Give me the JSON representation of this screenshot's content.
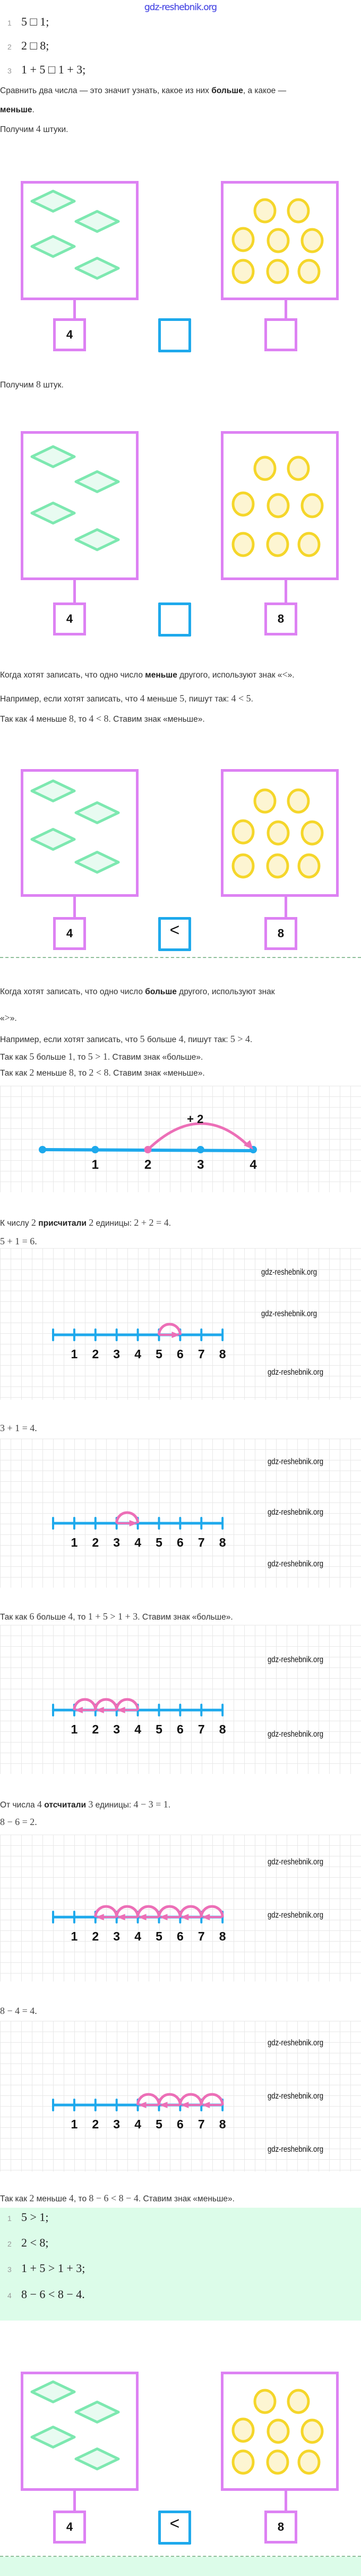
{
  "watermark": "gdz-reshebnik.org",
  "tasks": [
    {
      "n": "1",
      "expr": "5 □ 1;"
    },
    {
      "n": "2",
      "expr": "2 □ 8;"
    },
    {
      "n": "3",
      "expr": "1 + 5 □ 1 + 3;"
    }
  ],
  "paragraphs": {
    "compare": [
      {
        "t": "Сравнить два числа — это значит узнать, какое из них "
      },
      {
        "b": "больше"
      },
      {
        "t": ", а какое —"
      }
    ],
    "compare2": [
      {
        "b": "меньше"
      },
      {
        "t": "."
      }
    ],
    "get4": [
      {
        "t": "Получим "
      },
      {
        "m": "4"
      },
      {
        "t": " штуки."
      }
    ],
    "get8": [
      {
        "t": "Получим "
      },
      {
        "m": "8"
      },
      {
        "t": " штук."
      }
    ],
    "less_rule": [
      {
        "t": "Когда хотят записать, что одно число "
      },
      {
        "b": "меньше"
      },
      {
        "t": " другого, используют знак «"
      },
      {
        "m": "<"
      },
      {
        "t": "»."
      }
    ],
    "less_example": [
      {
        "t": "Например, если хотят записать, что "
      },
      {
        "m": "4"
      },
      {
        "t": " меньше "
      },
      {
        "m": "5"
      },
      {
        "t": ", пишут так: "
      },
      {
        "m": "4 < 5"
      },
      {
        "t": "."
      }
    ],
    "less_4_8": [
      {
        "t": "Так как "
      },
      {
        "m": "4"
      },
      {
        "t": " меньше "
      },
      {
        "m": "8"
      },
      {
        "t": ", то "
      },
      {
        "m": "4 < 8"
      },
      {
        "t": ". Ставим знак «меньше»."
      }
    ],
    "more_rule": [
      {
        "t": "Когда хотят записать, что одно число "
      },
      {
        "b": "больше"
      },
      {
        "t": " другого, используют знак"
      }
    ],
    "more_rule2": [
      {
        "t": "«"
      },
      {
        "m": ">"
      },
      {
        "t": "»."
      }
    ],
    "more_example": [
      {
        "t": "Например, если хотят записать, что "
      },
      {
        "m": "5"
      },
      {
        "t": " больше "
      },
      {
        "m": "4"
      },
      {
        "t": ", пишут так: "
      },
      {
        "m": "5 > 4"
      },
      {
        "t": "."
      }
    ],
    "more_5_1": [
      {
        "t": "Так как "
      },
      {
        "m": "5"
      },
      {
        "t": " больше "
      },
      {
        "m": "1"
      },
      {
        "t": ", то "
      },
      {
        "m": "5 > 1"
      },
      {
        "t": ". Ставим знак «больше»."
      }
    ],
    "less_2_8": [
      {
        "t": "Так как "
      },
      {
        "m": "2"
      },
      {
        "t": " меньше "
      },
      {
        "m": "8"
      },
      {
        "t": ", то "
      },
      {
        "m": "2 < 8"
      },
      {
        "t": ". Ставим знак «меньше»."
      }
    ],
    "add_2_2": [
      {
        "t": "К числу "
      },
      {
        "m": "2"
      },
      {
        "t": " "
      },
      {
        "b": "присчитали"
      },
      {
        "t": " "
      },
      {
        "m": "2"
      },
      {
        "t": " единицы: "
      },
      {
        "m": "2 + 2 = 4"
      },
      {
        "t": "."
      }
    ],
    "eq_5_1": [
      {
        "m": "5 + 1 = 6."
      }
    ],
    "eq_3_1": [
      {
        "m": "3 + 1 = 4."
      }
    ],
    "more_sum": [
      {
        "t": "Так как "
      },
      {
        "m": "6"
      },
      {
        "t": " больше "
      },
      {
        "m": "4"
      },
      {
        "t": ", то "
      },
      {
        "m": "1 + 5 > 1 + 3"
      },
      {
        "t": ". Ставим знак «больше»."
      }
    ],
    "sub_4_3": [
      {
        "t": "От числа "
      },
      {
        "m": "4"
      },
      {
        "t": " "
      },
      {
        "b": "отсчитали"
      },
      {
        "t": " "
      },
      {
        "m": "3"
      },
      {
        "t": " единицы: "
      },
      {
        "m": "4 − 3 = 1"
      },
      {
        "t": "."
      }
    ],
    "eq_8_6": [
      {
        "m": "8 − 6 = 2."
      }
    ],
    "eq_8_4": [
      {
        "m": "8 − 4 = 4."
      }
    ],
    "less_diff": [
      {
        "t": "Так как "
      },
      {
        "m": "2"
      },
      {
        "t": " меньше "
      },
      {
        "m": "4"
      },
      {
        "t": ", то "
      },
      {
        "m": "8 − 6 < 8 − 4"
      },
      {
        "t": ". Ставим знак «меньше»."
      }
    ]
  },
  "figures": [
    {
      "diamonds": 4,
      "circles": 8,
      "left_value": "4",
      "sign": "",
      "right_value": ""
    },
    {
      "diamonds": 4,
      "circles": 8,
      "left_value": "4",
      "sign": "",
      "right_value": "8"
    },
    {
      "diamonds": 4,
      "circles": 8,
      "left_value": "4",
      "sign": "<",
      "right_value": "8"
    },
    {
      "diamonds": 4,
      "circles": 8,
      "left_value": "4",
      "sign": "<",
      "right_value": "8"
    }
  ],
  "plus_line": {
    "labels": [
      "",
      "1",
      "2",
      "3",
      "4"
    ],
    "arc": {
      "from": 2,
      "to": 4
    },
    "arc_label": "+ 2"
  },
  "number_lines": [
    {
      "labels": [
        "",
        "1",
        "2",
        "3",
        "4",
        "5",
        "6",
        "7",
        "8"
      ],
      "arcs": [
        {
          "from": 5,
          "to": 6
        }
      ]
    },
    {
      "labels": [
        "",
        "1",
        "2",
        "3",
        "4",
        "5",
        "6",
        "7",
        "8"
      ],
      "arcs": [
        {
          "from": 3,
          "to": 4
        }
      ]
    },
    {
      "labels": [
        "",
        "1",
        "2",
        "3",
        "4",
        "5",
        "6",
        "7",
        "8"
      ],
      "arcs": [
        {
          "from": 4,
          "to": 3
        },
        {
          "from": 3,
          "to": 2
        },
        {
          "from": 2,
          "to": 1
        }
      ]
    },
    {
      "labels": [
        "",
        "1",
        "2",
        "3",
        "4",
        "5",
        "6",
        "7",
        "8"
      ],
      "arcs": [
        {
          "from": 8,
          "to": 7
        },
        {
          "from": 7,
          "to": 6
        },
        {
          "from": 6,
          "to": 5
        },
        {
          "from": 5,
          "to": 4
        },
        {
          "from": 4,
          "to": 3
        },
        {
          "from": 3,
          "to": 2
        }
      ]
    },
    {
      "labels": [
        "",
        "1",
        "2",
        "3",
        "4",
        "5",
        "6",
        "7",
        "8"
      ],
      "arcs": [
        {
          "from": 8,
          "to": 7
        },
        {
          "from": 7,
          "to": 6
        },
        {
          "from": 6,
          "to": 5
        },
        {
          "from": 5,
          "to": 4
        }
      ]
    }
  ],
  "answers": [
    {
      "n": "1",
      "expr": "5 > 1;"
    },
    {
      "n": "2",
      "expr": "2 < 8;"
    },
    {
      "n": "3",
      "expr": "1 + 5 > 1 + 3;"
    },
    {
      "n": "4",
      "expr": "8 − 6 < 8 − 4."
    }
  ],
  "colors": {
    "pink": "#dd82f3",
    "blue": "#1ea9ec",
    "arc": "#ec6fb7",
    "diamond": "#7de8b0",
    "circle": "#f5d62a",
    "answer_bg": "#dcfce9"
  }
}
